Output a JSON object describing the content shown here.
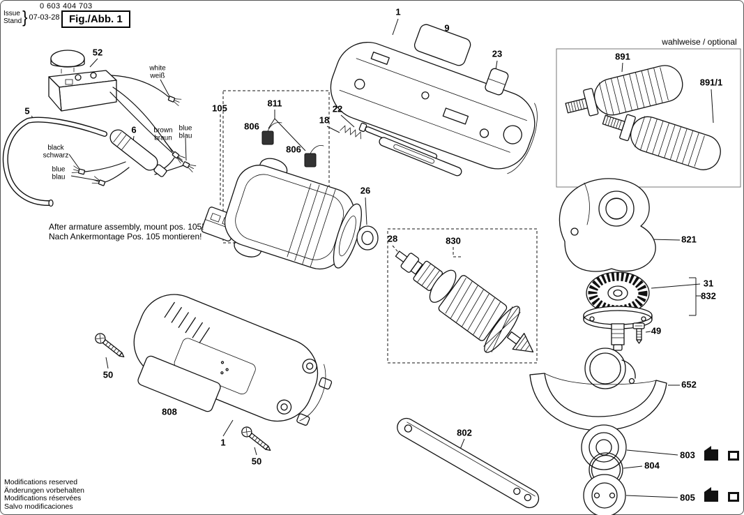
{
  "header": {
    "doc_number": "0 603 404 703",
    "issue_en": "Issue",
    "issue_de": "Stand",
    "brace": "}",
    "date": "07-03-28",
    "figure_label": "Fig./Abb. 1"
  },
  "notes": {
    "armature_en": "After armature assembly, mount pos. 105!",
    "armature_de": "Nach Ankermontage Pos. 105 montieren!",
    "optional": "wahlweise / optional"
  },
  "wires": {
    "white_en": "white",
    "white_de": "weiß",
    "brown_en": "brown",
    "brown_de": "braun",
    "blue_en": "blue",
    "blue_de": "blau",
    "black_en": "black",
    "black_de": "schwarz"
  },
  "parts": {
    "p1": "1",
    "p5": "5",
    "p6": "6",
    "p9": "9",
    "p18": "18",
    "p22": "22",
    "p23": "23",
    "p26": "26",
    "p28": "28",
    "p31": "31",
    "p49": "49",
    "p50": "50",
    "p52": "52",
    "p105": "105",
    "p652": "652",
    "p802": "802",
    "p803": "803",
    "p804": "804",
    "p805": "805",
    "p806": "806",
    "p808": "808",
    "p811": "811",
    "p821": "821",
    "p830": "830",
    "p832": "832",
    "p891": "891",
    "p891_1": "891/1"
  },
  "footer": {
    "line1": "Modifications reserved",
    "line2": "Änderungen vorbehalten",
    "line3": "Modifications réservées",
    "line4": "Salvo modificaciones"
  }
}
